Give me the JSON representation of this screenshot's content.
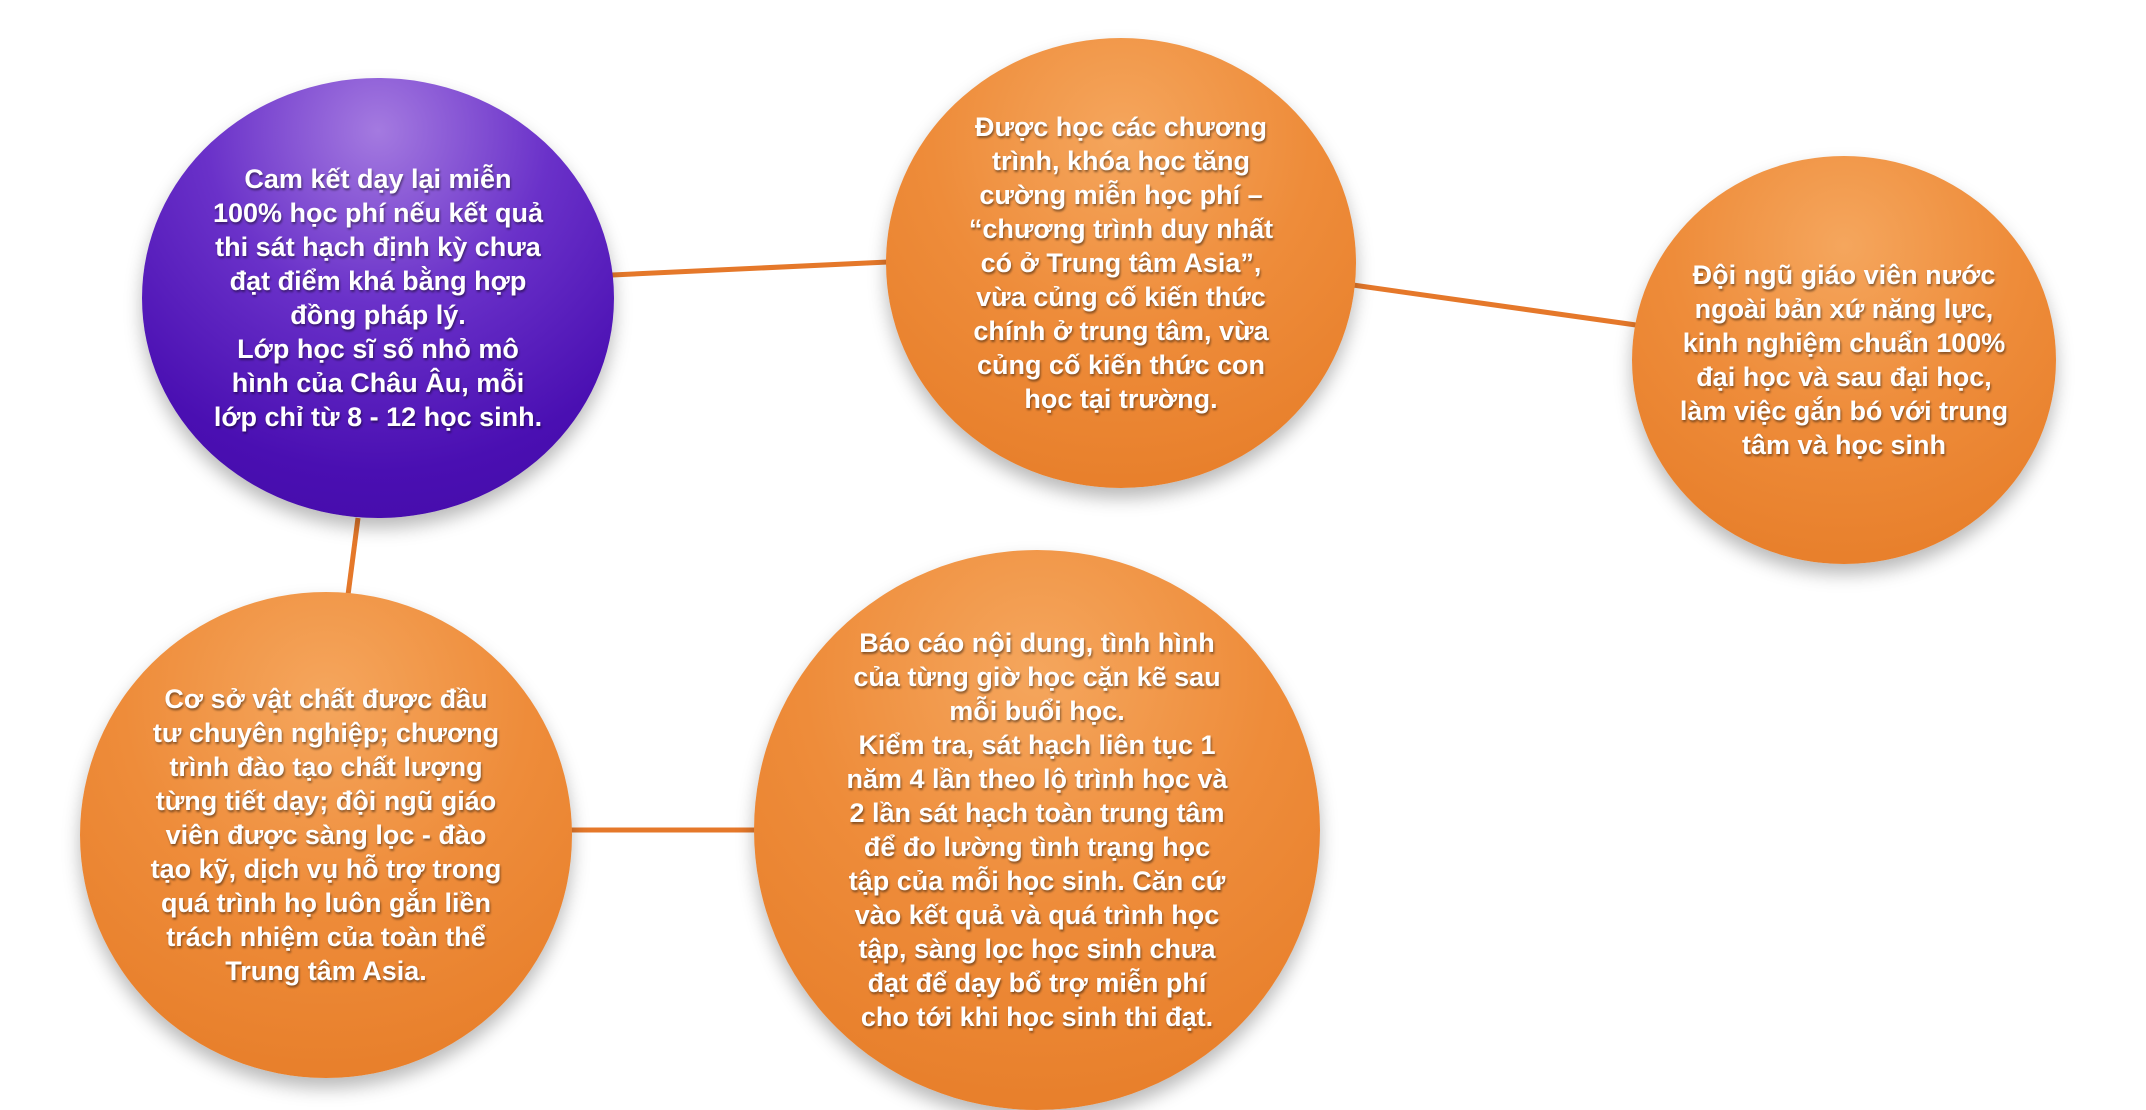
{
  "diagram": {
    "colors": {
      "connector": "#e5782a",
      "orange": "#ee8c3a",
      "purple": "#4a0fb2",
      "text": "#ffffff"
    },
    "nodes": [
      {
        "id": "n1",
        "text": "Cam kết dạy lại miễn\n100% học phí nếu kết quả\nthi sát hạch định kỳ chưa\nđạt điểm khá bằng hợp\nđồng pháp lý.\nLớp học sĩ số nhỏ mô\nhình của Châu Âu, mỗi\nlớp chỉ từ 8 - 12 học sinh."
      },
      {
        "id": "n2",
        "text": "Được học các chương\ntrình, khóa học tăng\ncường miễn học phí –\n“chương trình duy nhất\ncó ở Trung tâm Asia”,\nvừa củng cố kiến thức\nchính ở trung tâm, vừa\ncủng cố kiến thức con\nhọc tại trường."
      },
      {
        "id": "n3",
        "text": "Đội ngũ giáo viên nước\nngoài bản xứ năng lực,\nkinh nghiệm chuẩn 100%\nđại học và sau đại học,\nlàm việc gắn bó với trung\ntâm và học sinh"
      },
      {
        "id": "n4",
        "text": "Cơ sở vật chất được đầu\ntư chuyên nghiệp; chương\ntrình đào tạo chất lượng\ntừng tiết dạy; đội ngũ giáo\nviên được sàng lọc - đào\ntạo kỹ, dịch vụ hỗ trợ trong\nquá trình họ luôn gắn liền\ntrách nhiệm của toàn thể\nTrung tâm Asia."
      },
      {
        "id": "n5",
        "text": "Báo cáo nội dung, tình hình\ncủa từng giờ học cặn kẽ sau\nmỗi buổi học.\nKiểm tra, sát hạch liên tục 1\nnăm 4 lần theo lộ trình học và\n2 lần sát hạch toàn trung tâm\nđể đo lường tình trạng học\ntập của mỗi học sinh. Căn cứ\nvào kết quả và quá trình học\ntập, sàng lọc học sinh chưa\nđạt để dạy bổ trợ miễn phí\ncho tới khi học sinh thi đạt."
      }
    ],
    "edges": [
      {
        "from": "n1",
        "to": "n2"
      },
      {
        "from": "n2",
        "to": "n3"
      },
      {
        "from": "n1",
        "to": "n4"
      },
      {
        "from": "n4",
        "to": "n5"
      }
    ]
  }
}
